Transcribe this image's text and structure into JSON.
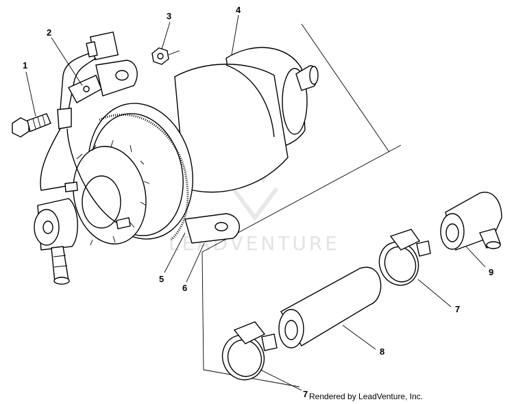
{
  "callouts": {
    "c1": "1",
    "c2": "2",
    "c3": "3",
    "c4": "4",
    "c5": "5",
    "c6": "6",
    "c7a": "7",
    "c7b": "7",
    "c8": "8",
    "c9": "9"
  },
  "credit": "Rendered by LeadVenture, Inc.",
  "watermark": "LEADVENTURE",
  "colors": {
    "line": "#000000",
    "watermark": "#e3e3e3",
    "background": "#ffffff"
  }
}
